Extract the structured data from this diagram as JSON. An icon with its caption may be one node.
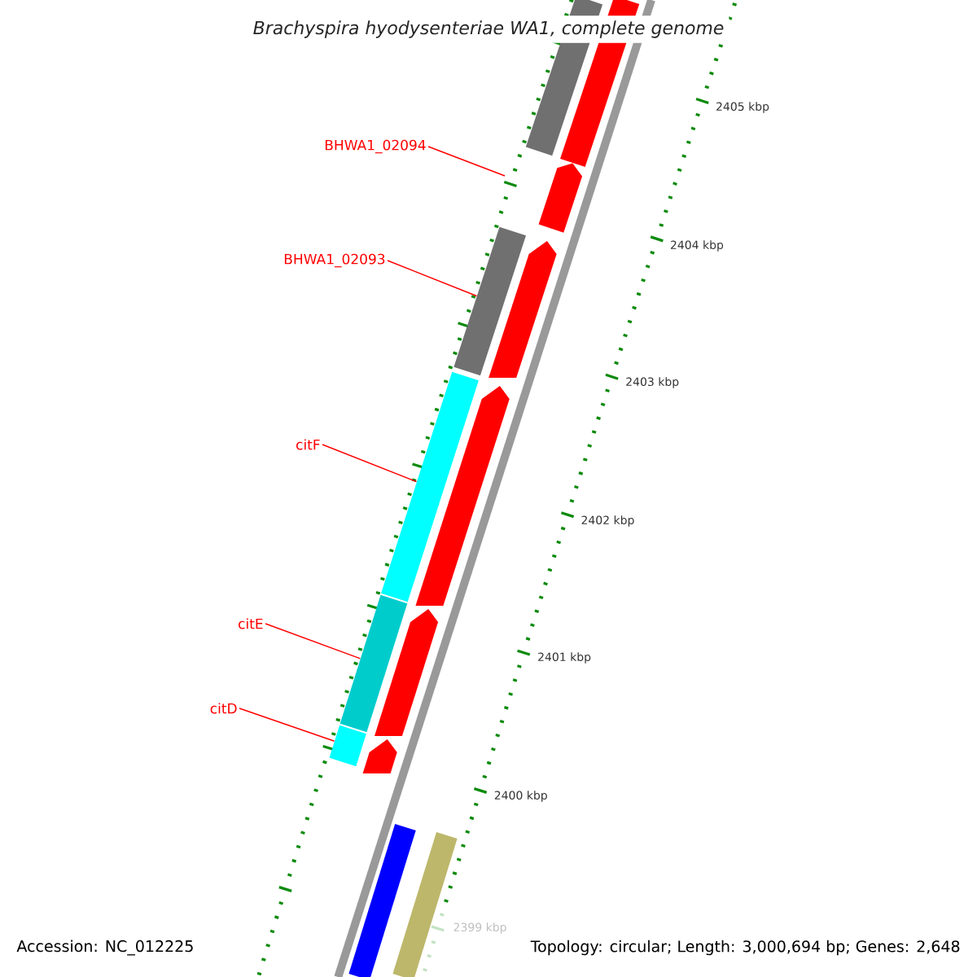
{
  "diagram": {
    "title": "Brachyspira hyodysenteriae WA1, complete genome",
    "nodes": [
      {
        "text": [
          "BHWA1_02094"
        ]
      },
      {
        "text": [
          "BHWA1_02093"
        ]
      },
      {
        "text": [
          "citF"
        ]
      },
      {
        "text": [
          "citE"
        ]
      },
      {
        "text": [
          "citD"
        ]
      },
      {
        "text": [],
        "shape": "bar"
      },
      {
        "text": [],
        "shape": "bar"
      },
      {
        "text": [],
        "shape": "bar"
      },
      {
        "text": [],
        "shape": "bar"
      },
      {
        "text": [],
        "shape": "bar"
      },
      {
        "text": [],
        "shape": "bar"
      },
      {
        "text": [],
        "shape": "bar"
      },
      {
        "text": [],
        "shape": "bar"
      },
      {
        "text": [],
        "shape": "arrow"
      }
    ],
    "edges": [
      {
        "from": 0,
        "to": null,
        "arrow": "none"
      },
      {
        "from": 1,
        "to": 5,
        "arrow": "none"
      },
      {
        "from": 2,
        "to": 6,
        "arrow": "none"
      },
      {
        "from": 3,
        "to": 7,
        "arrow": "none"
      },
      {
        "from": 4,
        "to": 8,
        "arrow": "none"
      }
    ],
    "labels": [
      "2405 kbp",
      "2404 kbp",
      "2403 kbp",
      "2402 kbp",
      "2401 kbp",
      "2400 kbp",
      "2399 kbp",
      "Accession: NC_012225",
      "Topology: circular; Length: 3,000,694 bp; Genes: 2,648"
    ]
  }
}
